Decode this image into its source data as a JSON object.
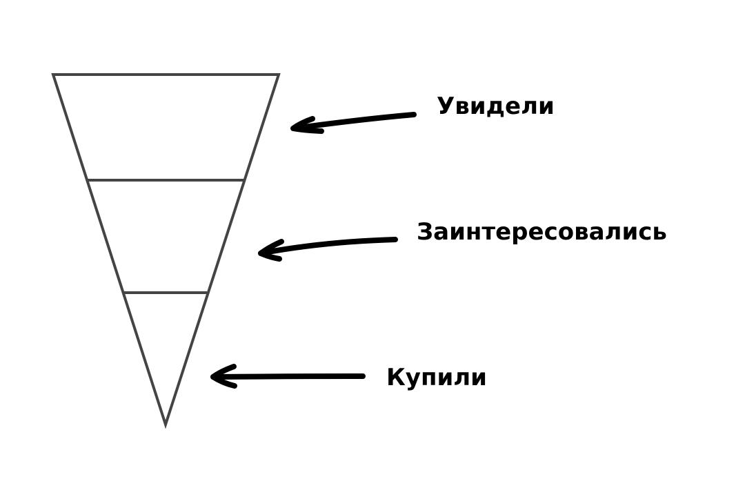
{
  "diagram": {
    "type": "funnel",
    "stages": [
      {
        "label": "Увидели"
      },
      {
        "label": "Заинтересовались"
      },
      {
        "label": "Купили"
      }
    ]
  },
  "colors": {
    "background": "#ffffff",
    "outline": "#444444",
    "arrow": "#000000",
    "text": "#000000"
  }
}
